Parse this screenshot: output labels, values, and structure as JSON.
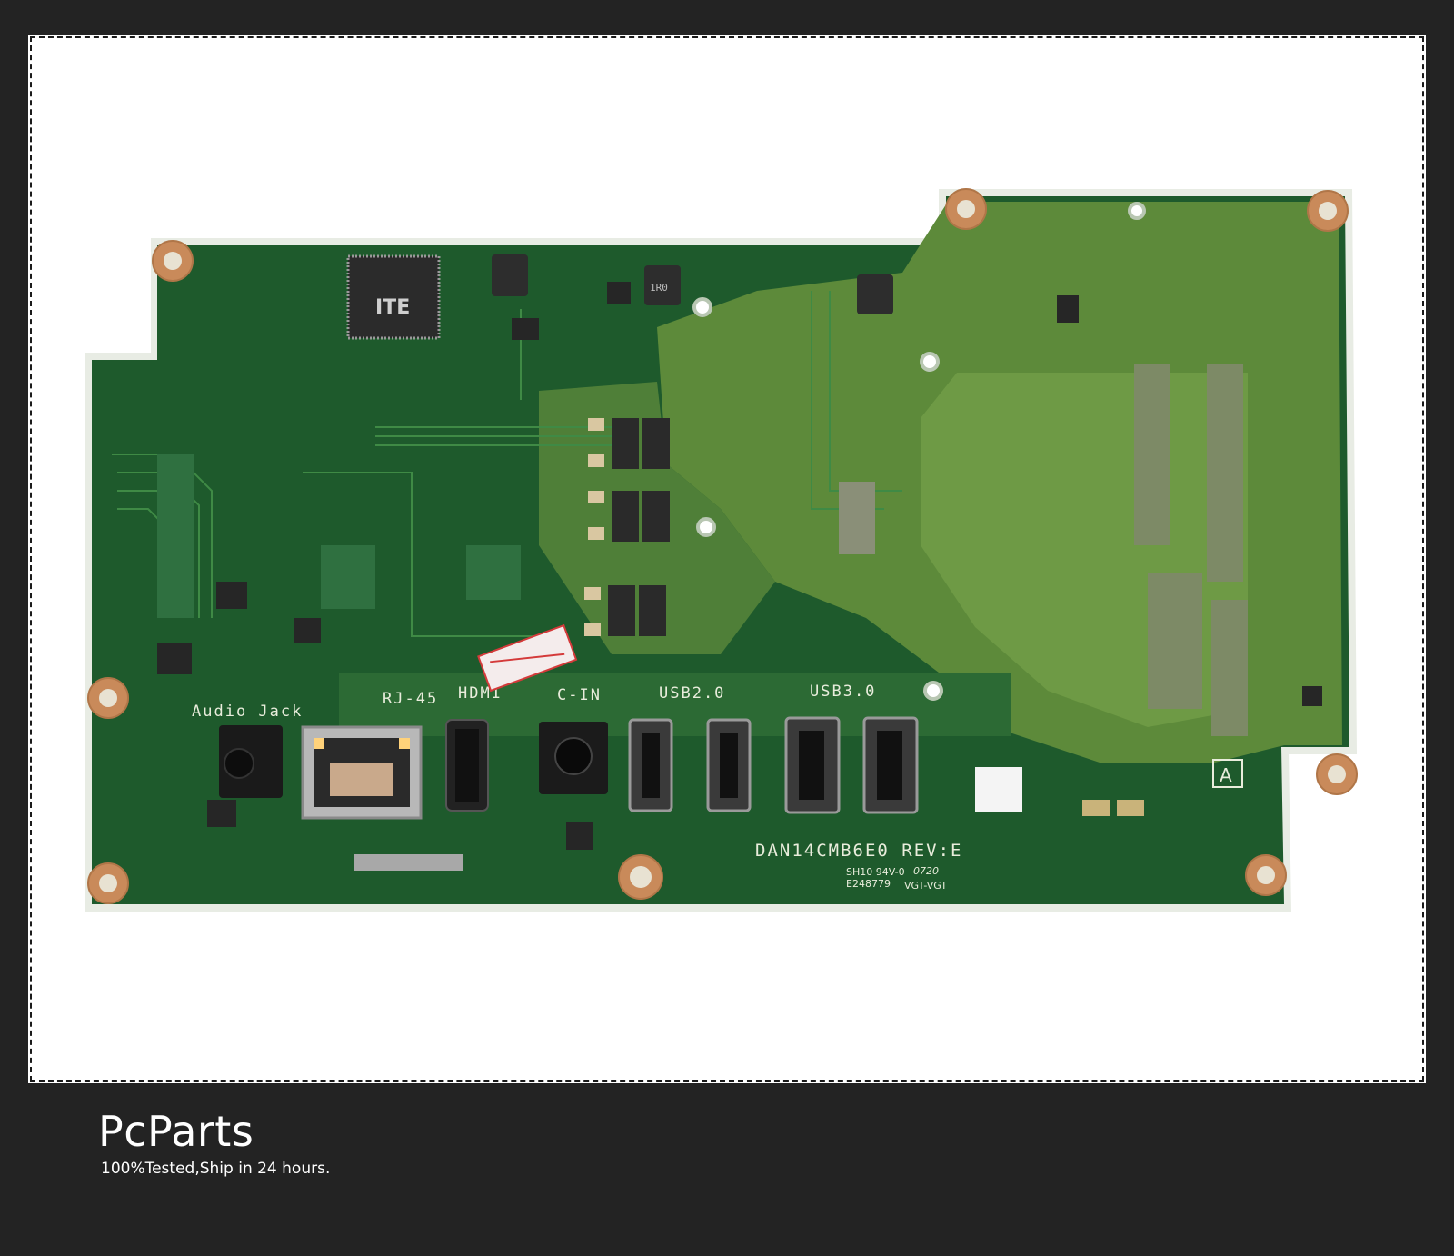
{
  "footer": {
    "brand": "PcParts",
    "tagline": "100%Tested,Ship in 24 hours."
  },
  "board": {
    "port_labels": {
      "audio_jack": "Audio Jack",
      "rj45": "RJ-45",
      "hdmi": "HDMI",
      "dc_in": "C-IN",
      "usb2": "USB2.0",
      "usb3": "USB3.0"
    },
    "chip_marking": "ITE",
    "model_code": "DAN14CMB6E0  REV:E",
    "cert_code": "SH10 94V-0",
    "ul_number": "E248779",
    "date_code": "0720",
    "vendor_code": "VGT-VGT",
    "corner_mark": "A",
    "inductor_marking": "1R0"
  },
  "colors": {
    "background": "#232323",
    "pcb_dark": "#1e5a2c",
    "pcb_light": "#5d8a3a",
    "mount_copper": "#c98a5a"
  }
}
